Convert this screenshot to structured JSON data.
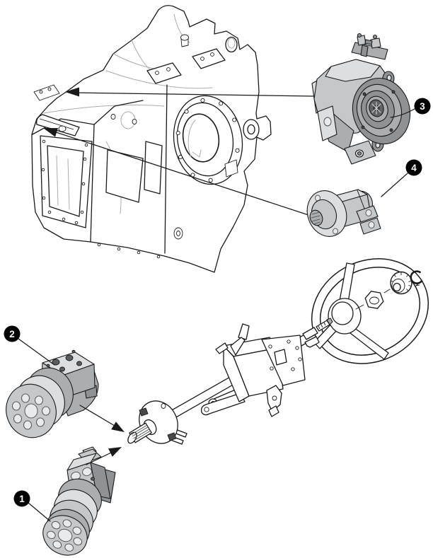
{
  "diagram": {
    "kind": "exploded-parts-diagram",
    "colors": {
      "line": "#1a1a1a",
      "ghost": "#a9abad",
      "shade1": "#dcdedf",
      "shade2": "#c5c8ca",
      "shade3": "#abaeb0",
      "shade4": "#8f9295",
      "shade5": "#606467",
      "callout_bg": "#000000",
      "callout_text": "#ffffff",
      "bg": "#ffffff"
    },
    "callouts": [
      {
        "label": "1"
      },
      {
        "label": "2"
      },
      {
        "label": "3"
      },
      {
        "label": "4"
      }
    ]
  }
}
